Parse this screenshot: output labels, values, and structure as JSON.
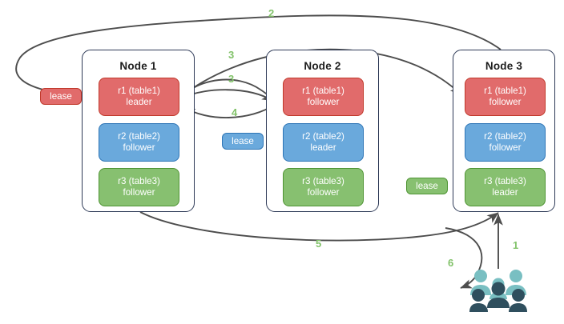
{
  "diagram": {
    "title": "raft-lease-replicas-diagram",
    "background": "#ffffff",
    "colors": {
      "red": "#e16b6b",
      "red_border": "#c0392b",
      "blue": "#6aa9dc",
      "blue_border": "#2e75b6",
      "green": "#87c070",
      "green_border": "#4f9434",
      "node_border": "#2e3a57",
      "arrow": "#4d4d4d",
      "step_label": "#82c26a",
      "users_light": "#79bfc2",
      "users_dark": "#2f4f5e"
    }
  },
  "nodes": [
    {
      "title": "Node 1",
      "replicas": [
        {
          "line1": "r1 (table1)",
          "line2": "leader",
          "color": "red"
        },
        {
          "line1": "r2 (table2)",
          "line2": "follower",
          "color": "blue"
        },
        {
          "line1": "r3 (table3)",
          "line2": "follower",
          "color": "green"
        }
      ]
    },
    {
      "title": "Node 2",
      "replicas": [
        {
          "line1": "r1 (table1)",
          "line2": "follower",
          "color": "red"
        },
        {
          "line1": "r2 (table2)",
          "line2": "leader",
          "color": "blue"
        },
        {
          "line1": "r3 (table3)",
          "line2": "follower",
          "color": "green"
        }
      ]
    },
    {
      "title": "Node 3",
      "replicas": [
        {
          "line1": "r1 (table1)",
          "line2": "follower",
          "color": "red"
        },
        {
          "line1": "r2 (table2)",
          "line2": "follower",
          "color": "blue"
        },
        {
          "line1": "r3 (table3)",
          "line2": "leader",
          "color": "green"
        }
      ]
    }
  ],
  "leases": [
    {
      "label": "lease",
      "color": "red"
    },
    {
      "label": "lease",
      "color": "blue"
    },
    {
      "label": "lease",
      "color": "green"
    }
  ],
  "steps": [
    {
      "label": "1"
    },
    {
      "label": "2"
    },
    {
      "label": "3"
    },
    {
      "label": "3"
    },
    {
      "label": "4"
    },
    {
      "label": "5"
    },
    {
      "label": "6"
    }
  ],
  "users": {
    "icon": "users-group-icon",
    "count": 6
  }
}
